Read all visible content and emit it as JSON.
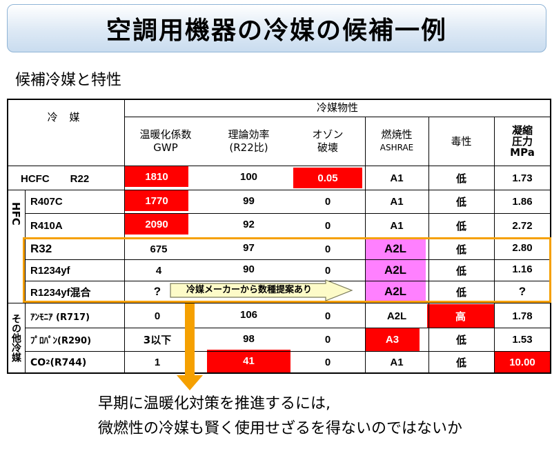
{
  "title": "空調用機器の冷媒の候補一例",
  "subtitle": "候補冷媒と特性",
  "headers": {
    "refrigerant": "冷 媒",
    "properties": "冷媒物性",
    "gwp": [
      "温暖化係数",
      "GWP"
    ],
    "efficiency": [
      "理論効率",
      "(R22比)"
    ],
    "ozone": [
      "オゾン",
      "破壊"
    ],
    "flammability": [
      "燃焼性",
      "ASHRAE"
    ],
    "toxicity": [
      "毒性"
    ],
    "pressure": [
      "凝縮",
      "圧力",
      "MPa"
    ]
  },
  "groups": {
    "hfc": "HFC",
    "others": "その他冷媒"
  },
  "rows": [
    {
      "name": "HCFC　　R22",
      "gwp": "1810",
      "eff": "100",
      "ozone": "0.05",
      "flam": "A1",
      "tox": "低",
      "press": "1.73"
    },
    {
      "name": "R407C",
      "gwp": "1770",
      "eff": "99",
      "ozone": "0",
      "flam": "A1",
      "tox": "低",
      "press": "1.86"
    },
    {
      "name": "R410A",
      "gwp": "2090",
      "eff": "92",
      "ozone": "0",
      "flam": "A1",
      "tox": "低",
      "press": "2.72"
    },
    {
      "name": "R32",
      "gwp": "675",
      "eff": "97",
      "ozone": "0",
      "flam": "A2L",
      "tox": "低",
      "press": "2.80"
    },
    {
      "name": "R1234yf",
      "gwp": "4",
      "eff": "90",
      "ozone": "0",
      "flam": "A2L",
      "tox": "低",
      "press": "1.16"
    },
    {
      "name": "R1234yf混合",
      "gwp": "?",
      "eff": "",
      "ozone": "",
      "flam": "A2L",
      "tox": "低",
      "press": "?"
    },
    {
      "name": "ｱﾝﾓﾆｱ (R717)",
      "gwp": "0",
      "eff": "106",
      "ozone": "0",
      "flam": "A2L",
      "tox": "高",
      "press": "1.78"
    },
    {
      "name": "ﾌﾟﾛﾊﾟﾝ(R290)",
      "gwp": "3以下",
      "eff": "98",
      "ozone": "0",
      "flam": "A3",
      "tox": "低",
      "press": "1.53"
    },
    {
      "name": "CO",
      "name_sub": "2",
      "name_tail": "(R744)",
      "gwp": "1",
      "eff": "41",
      "ozone": "0",
      "flam": "A1",
      "tox": "低",
      "press": "10.00"
    }
  ],
  "callout": "冷媒メーカーから数種提案あり",
  "conclusion": [
    "早期に温暖化対策を推進するには,",
    "微燃性の冷媒も賢く使用せざるを得ないのではないか"
  ],
  "colors": {
    "highlight_red": "#ff0000",
    "highlight_pink": "#ff80ff",
    "accent_orange": "#f5a000",
    "callout_fill": "#fdfbc8"
  }
}
